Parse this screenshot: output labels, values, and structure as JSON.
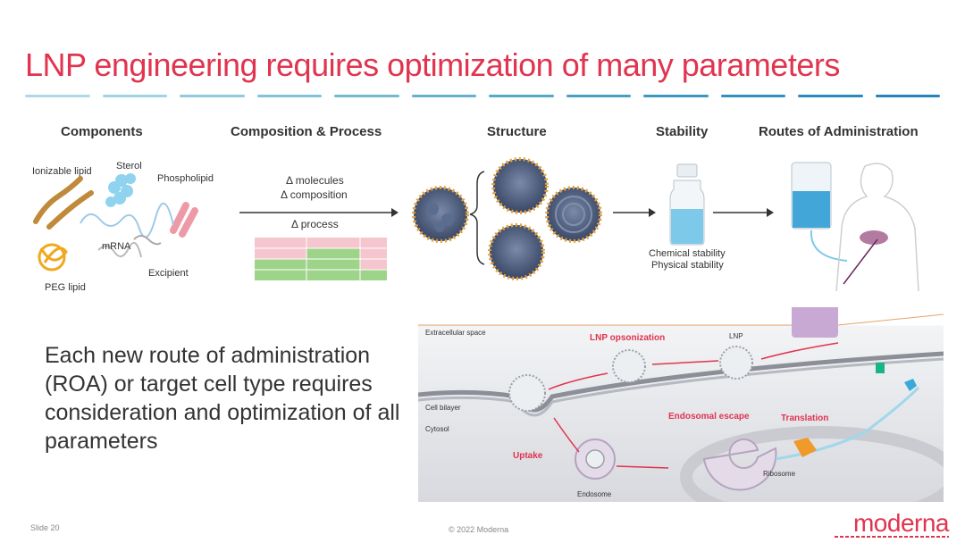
{
  "title": "LNP engineering requires optimization of many parameters",
  "headers": {
    "components": "Components",
    "composition": "Composition & Process",
    "structure": "Structure",
    "stability": "Stability",
    "routes": "Routes of Administration"
  },
  "components": {
    "ionizable": "Ionizable lipid",
    "sterol": "Sterol",
    "phospholipid": "Phospholipid",
    "mrna": "mRNA",
    "excipient": "Excipient",
    "peg": "PEG lipid"
  },
  "composition": {
    "molecules": "Δ molecules",
    "composition": "Δ composition",
    "process": "Δ process"
  },
  "stability": {
    "chemical": "Chemical stability",
    "physical": "Physical stability"
  },
  "body": "Each new route of administration (ROA) or target cell type requires consideration and optimization of all parameters",
  "cell": {
    "extracellular": "Extracellular space",
    "opsonization": "LNP opsonization",
    "lnp": "LNP",
    "bilayer": "Cell bilayer",
    "cytosol": "Cytosol",
    "uptake": "Uptake",
    "endosomal_escape": "Endosomal escape",
    "translation": "Translation",
    "ribosome": "Ribosome",
    "endosome": "Endosome"
  },
  "footer": {
    "slide": "Slide 20",
    "copyright": "© 2022 Moderna"
  },
  "logo": "moderna",
  "colors": {
    "accent": "#e0344f",
    "dash_teal": "#7ec8d8",
    "dash_blue": "#2a8fc4"
  }
}
